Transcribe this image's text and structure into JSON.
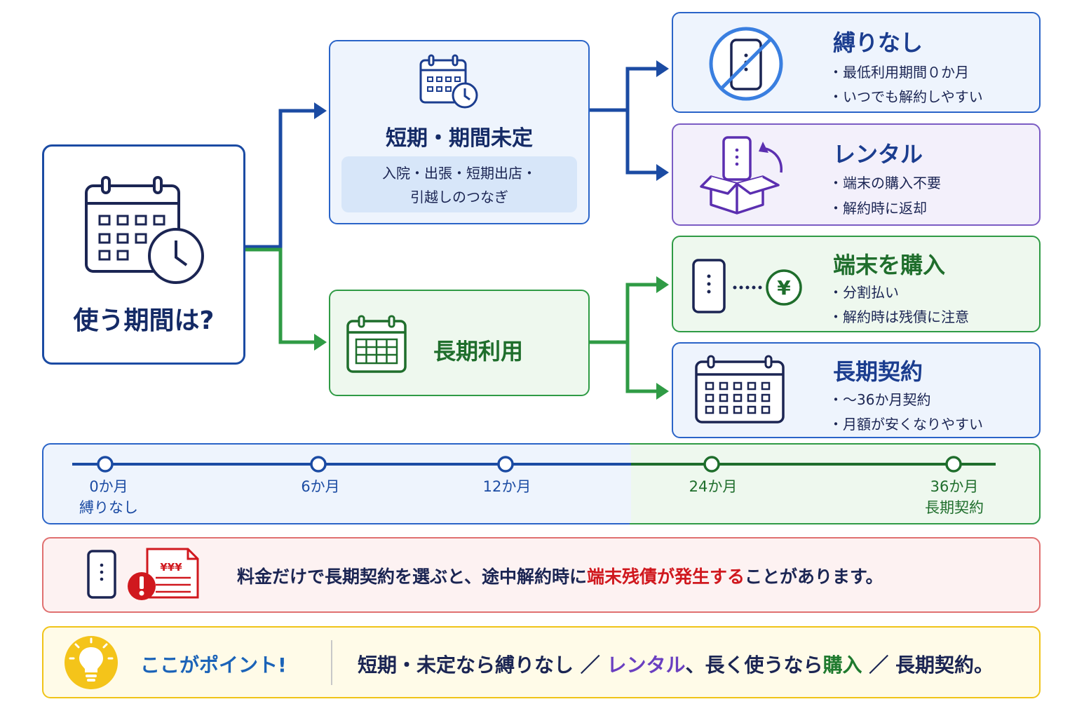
{
  "start": {
    "title": "使う期間は?"
  },
  "short": {
    "title": "短期・期間未定",
    "sub_line1": "入院・出張・短期出店・",
    "sub_line2": "引越しのつなぎ"
  },
  "long": {
    "title": "長期利用"
  },
  "options": [
    {
      "title": "縛りなし",
      "bullets": [
        "・最低利用期間０か月",
        "・いつでも解約しやすい"
      ],
      "color": "#1b3d8f",
      "icon": "no-phone-icon"
    },
    {
      "title": "レンタル",
      "bullets": [
        "・端末の購入不要",
        "・解約時に返却"
      ],
      "color": "#1b3d8f",
      "icon": "box-return-icon"
    },
    {
      "title": "端末を購入",
      "bullets": [
        "・分割払い",
        "・解約時は残債に注意"
      ],
      "color": "#1f6e2c",
      "icon": "phone-yen-icon"
    },
    {
      "title": "長期契約",
      "bullets": [
        "・〜36か月契約",
        "・月額が安くなりやすい"
      ],
      "color": "#1b3d8f",
      "icon": "calendar-icon"
    }
  ],
  "timeline": {
    "points": [
      {
        "label": "0か月",
        "sub": "縛りなし",
        "color": "#1b4ba3"
      },
      {
        "label": "6か月",
        "sub": "",
        "color": "#1b4ba3"
      },
      {
        "label": "12か月",
        "sub": "",
        "color": "#1b4ba3"
      },
      {
        "label": "24か月",
        "sub": "",
        "color": "#1f6e2c"
      },
      {
        "label": "36か月",
        "sub": "長期契約",
        "color": "#1f6e2c"
      }
    ]
  },
  "warning": {
    "text_before": "料金だけで長期契約を選ぶと、途中解約時に",
    "text_highlight": "端末残債が発生する",
    "text_after": "ことがあります。",
    "doc_text": "¥¥¥"
  },
  "point": {
    "label": "ここがポイント!",
    "text_1": "短期・未定なら縛りなし ／ ",
    "text_rental": "レンタル",
    "text_2": "、長く使うなら",
    "text_buy": "購入",
    "text_3": " ／ 長期契約。"
  },
  "colors": {
    "blue": "#2a64c8",
    "green": "#2f9b45",
    "purple": "#7b5cc4",
    "red": "#d0181e",
    "navy": "#1b2553"
  }
}
